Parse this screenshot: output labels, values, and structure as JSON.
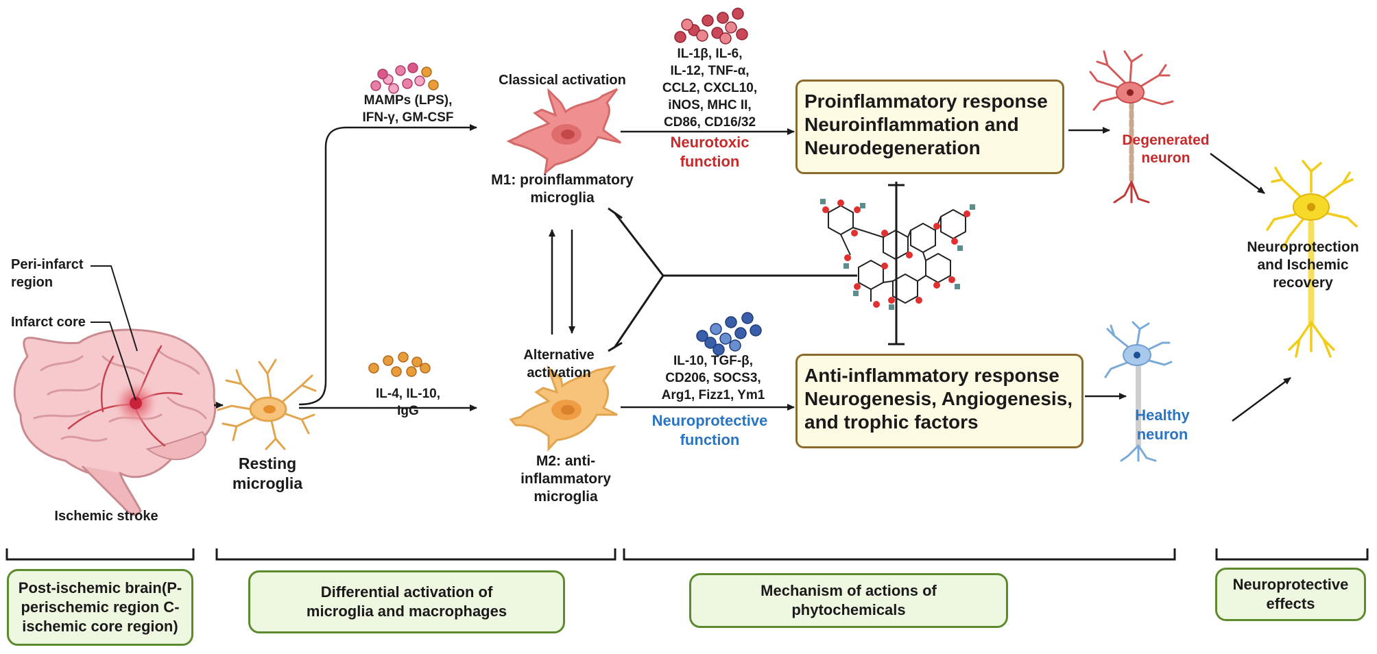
{
  "brain": {
    "peri_infarct_label": "Peri-infarct\nregion",
    "infarct_core_label": "Infarct core",
    "caption": "Ischemic stroke"
  },
  "resting": {
    "label": "Resting\nmicroglia"
  },
  "inputs": {
    "m1_stimuli": "MAMPs (LPS),\nIFN-γ, GM-CSF",
    "m2_stimuli": "IL-4, IL-10,\nIgG"
  },
  "m1": {
    "activation": "Classical activation",
    "label": "M1: proinflammatory\nmicroglia",
    "markers": "IL-1β, IL-6,\nIL-12, TNF-α,\nCCL2, CXCL10,\niNOS, MHC II,\nCD86, CD16/32",
    "function": "Neurotoxic\nfunction"
  },
  "m2": {
    "activation": "Alternative\nactivation",
    "label": "M2: anti-\ninflammatory\nmicroglia",
    "markers": "IL-10, TGF-β,\nCD206, SOCS3,\nArg1, Fizz1, Ym1",
    "function": "Neuroprotective\nfunction"
  },
  "pro_box": {
    "line1": "Proinflammatory response",
    "line2": "Neuroinflammation and",
    "line3": "Neurodegeneration"
  },
  "anti_box": {
    "line1": "Anti-inflammatory response",
    "line2": "Neurogenesis, Angiogenesis,",
    "line3": "and trophic factors"
  },
  "neurons": {
    "degenerated": "Degenerated\nneuron",
    "healthy": "Healthy\nneuron",
    "outcome": "Neuroprotection\nand Ischemic\nrecovery"
  },
  "sections": {
    "s1": "Post-ischemic brain(P-\nperischemic region C-\nischemic core region)",
    "s2": "Differential activation of\nmicroglia and macrophages",
    "s3": "Mechanism of actions of\nphytochemicals",
    "s4": "Neuroprotective\neffects"
  },
  "colors": {
    "m1_cell": "#ef8f8f",
    "m2_cell": "#f7c27a",
    "neurotoxic": "#c62a2a",
    "neuroprotective": "#2b74c0",
    "box_fill": "#fdfbe4",
    "box_border": "#8c6b2a",
    "section_fill": "#eef7e0",
    "section_border": "#5c8b2d"
  }
}
